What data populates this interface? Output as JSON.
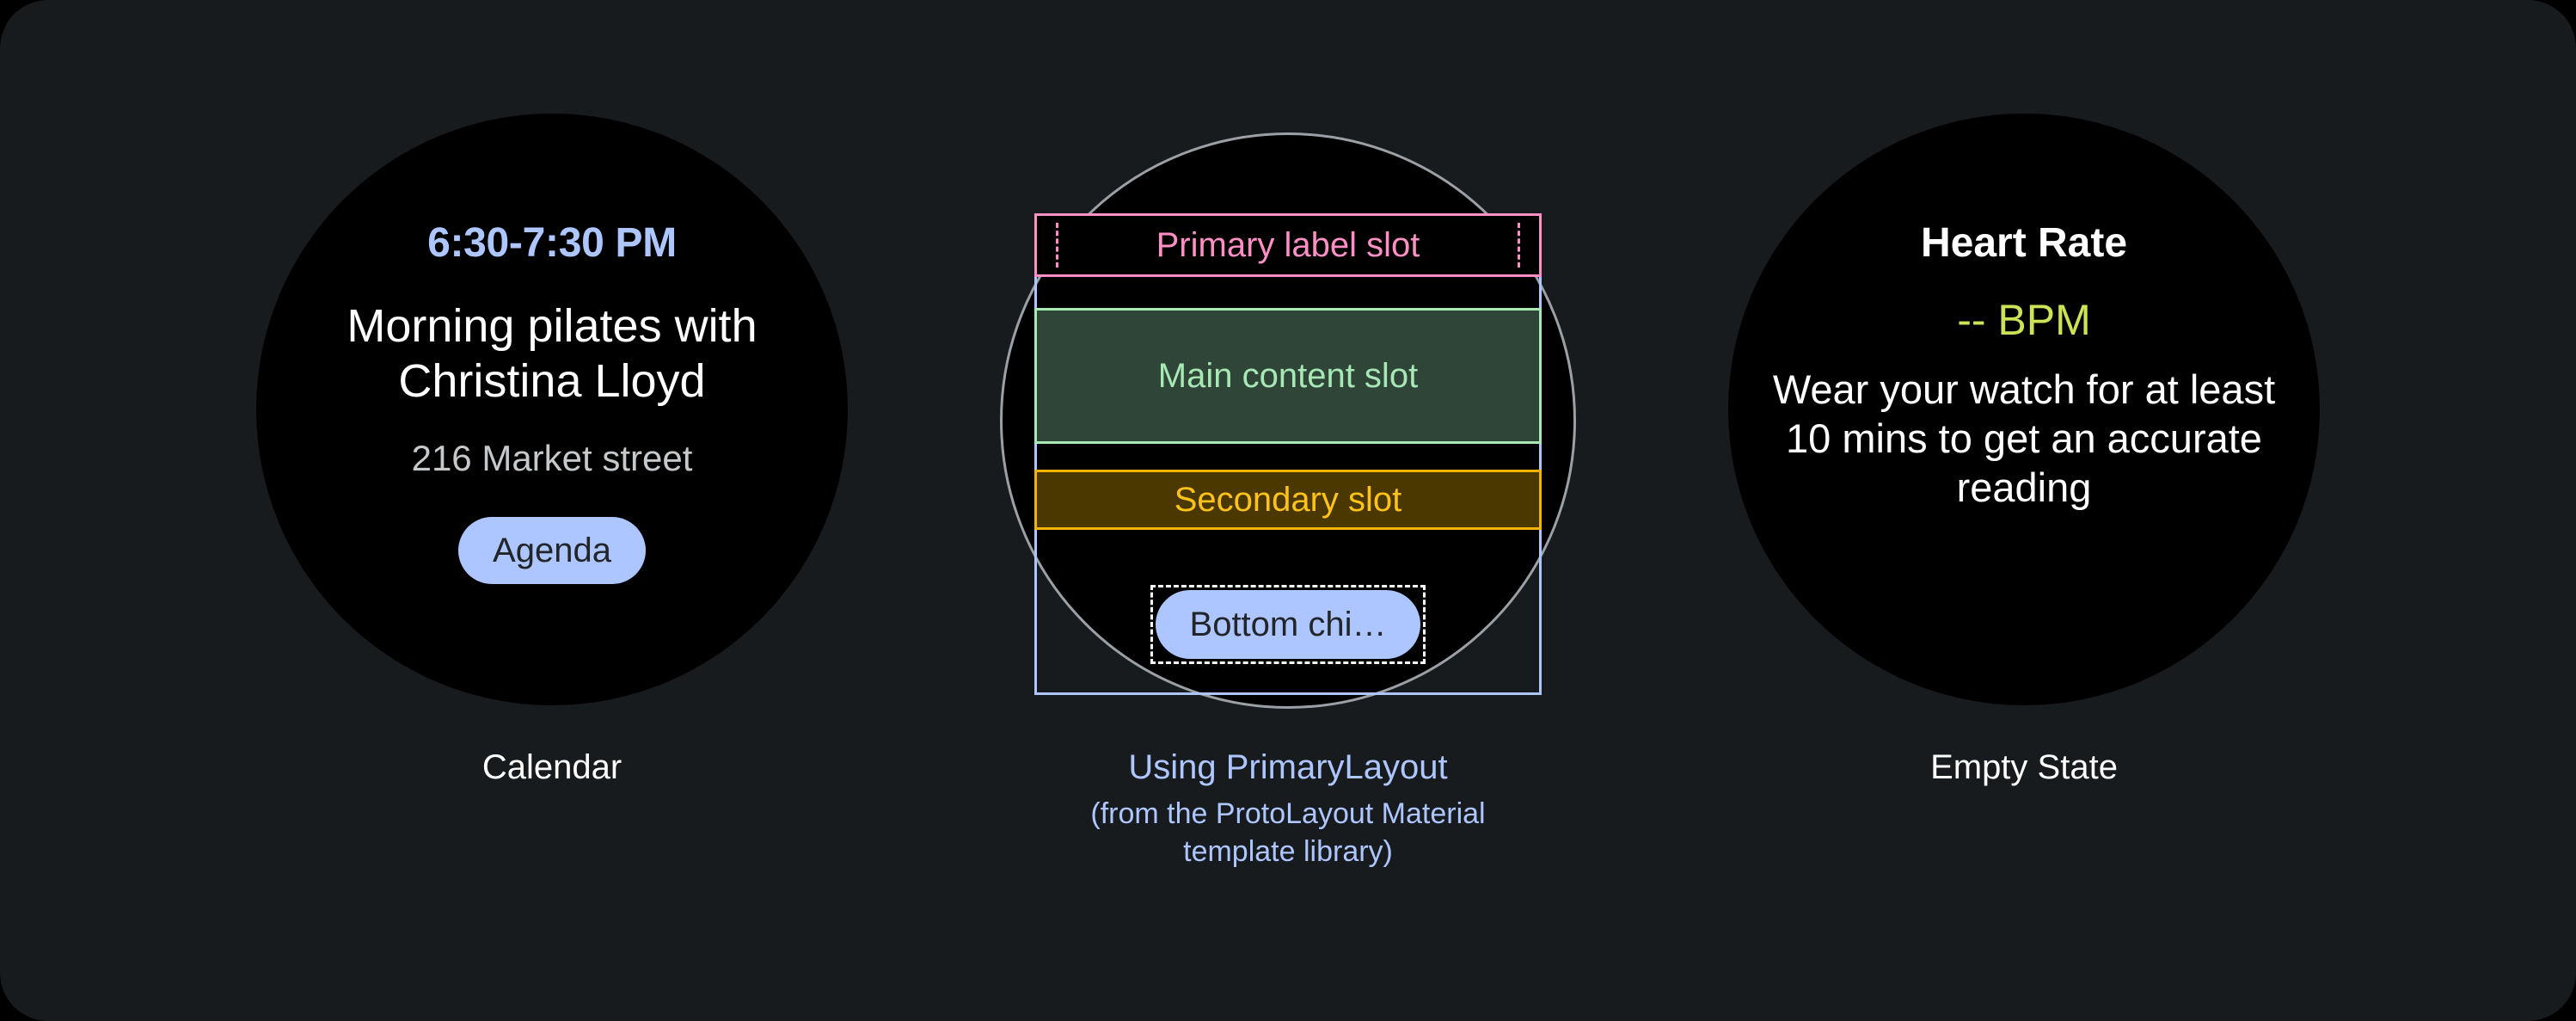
{
  "theme": {
    "page_background": "#000000",
    "panel_background": "#171B1E",
    "watch_background": "#000000",
    "accent_blue": "#AEC6FF",
    "accent_pink": "#FF8FC5",
    "accent_green": "#A7E8B4",
    "accent_green_fill": "#2F4538",
    "accent_amber": "#F5B400",
    "accent_amber_fill": "#4A3800",
    "accent_lime": "#CDE256",
    "outline_gray": "#9AA0A6",
    "text_primary": "#FFFFFF",
    "text_secondary": "#C6C9CC"
  },
  "panels": [
    {
      "id": "calendar",
      "caption": "Calendar",
      "caption_color": "#FFFFFF",
      "watch": {
        "time_range": "6:30-7:30 PM",
        "event_title": "Morning pilates with Christina Lloyd",
        "location": "216 Market street",
        "chip_label": "Agenda"
      }
    },
    {
      "id": "primary-layout",
      "caption": "Using PrimaryLayout",
      "caption_color": "#AEC6FF",
      "caption_sub": "(from the ProtoLayout Material template library)",
      "slots": [
        {
          "name": "primary-label-slot",
          "label": "Primary label slot",
          "border": "#FF8FC5",
          "fill": "#000000",
          "text_color": "#FF8FC5",
          "has_dashed_guides": true
        },
        {
          "name": "main-content-slot",
          "label": "Main content slot",
          "border": "#A7E8B4",
          "fill": "#2F4538",
          "text_color": "#A7E8B4",
          "has_dashed_guides": false
        },
        {
          "name": "secondary-slot",
          "label": "Secondary slot",
          "border": "#F5B400",
          "fill": "#4A3800",
          "text_color": "#FFC21A",
          "has_dashed_guides": false
        },
        {
          "name": "bottom-chip-slot",
          "label": "Bottom chi…",
          "border": "#FFFFFF",
          "fill": "#AEC6FF",
          "text_color": "#222529",
          "has_dashed_guides": true
        }
      ],
      "container_border": "#AEC6FF"
    },
    {
      "id": "empty-state",
      "caption": "Empty State",
      "caption_color": "#FFFFFF",
      "watch": {
        "title": "Heart Rate",
        "value": "-- BPM",
        "message": "Wear your watch for at least 10 mins to get an accurate reading"
      }
    }
  ]
}
